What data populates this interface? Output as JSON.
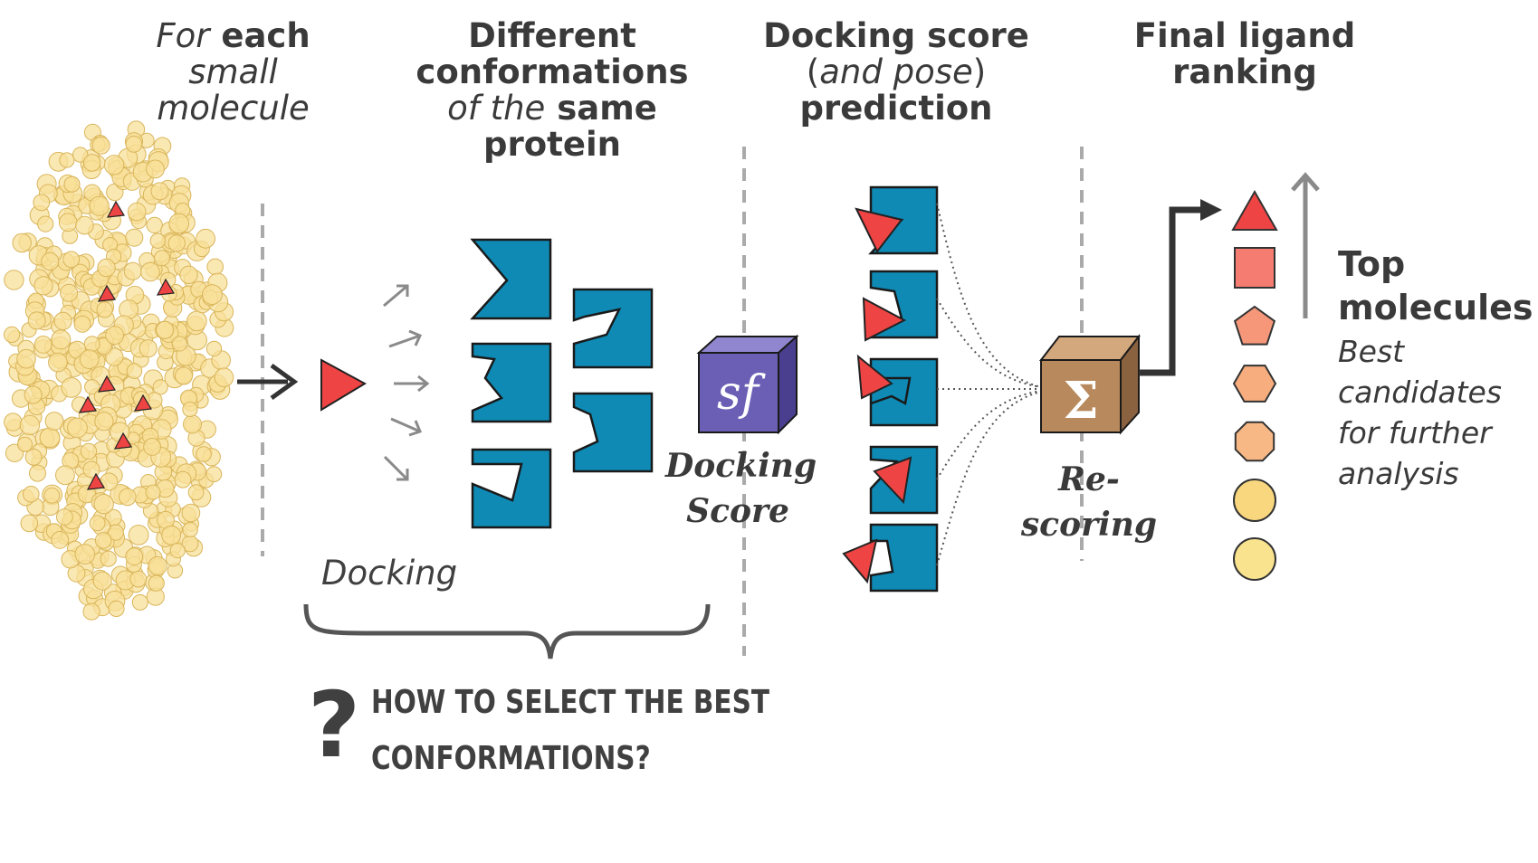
{
  "headers": {
    "col1": {
      "part1_italic": "For",
      "part2": "each",
      "part3_italic": "small",
      "part4_italic": "molecule"
    },
    "col2": {
      "line1": "Different",
      "line2": "conformations",
      "line3_italic": "of the",
      "line3_rest": "same",
      "line4": "protein"
    },
    "col3": {
      "line1": "Docking score",
      "line2_open": "(",
      "line2_italic": "and pose",
      "line2_close": ")",
      "line3": "prediction"
    },
    "col4": {
      "line1": "Final ligand",
      "line2": "ranking"
    }
  },
  "labels": {
    "sf": "sf",
    "docking_score_line1": "Docking",
    "docking_score_line2": "Score",
    "sigma": "Σ",
    "rescoring": "Re-scoring",
    "docking": "Docking",
    "top_line1": "Top",
    "top_line2": "molecules",
    "best_line1": "Best",
    "best_line2": "candidates",
    "best_line3": "for further",
    "best_line4": "analysis",
    "question_mark": "?",
    "question_line1": "HOW TO SELECT THE BEST",
    "question_line2": "CONFORMATIONS?"
  },
  "colors": {
    "protein_blue": "#0e8ab5",
    "ligand_red": "#ef4444",
    "molecule_yellow": "#f8e09a",
    "sf_cube": "#6b5fb5",
    "sigma_cube": "#b8895c",
    "divider": "#aaaaaa"
  },
  "ranking_shapes": [
    {
      "shape": "triangle",
      "color": "#ef4444"
    },
    {
      "shape": "square",
      "color": "#f47c70"
    },
    {
      "shape": "pentagon",
      "color": "#f6977a"
    },
    {
      "shape": "hexagon",
      "color": "#f7ad7e"
    },
    {
      "shape": "octagon",
      "color": "#f8b885"
    },
    {
      "shape": "circle",
      "color": "#f9d77e"
    },
    {
      "shape": "circle",
      "color": "#fae38f"
    }
  ]
}
